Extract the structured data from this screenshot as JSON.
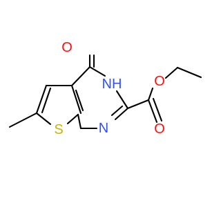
{
  "molecule": {
    "atoms": {
      "carbonyl_oxygen": {
        "label": "O",
        "color": "#ff0d0d"
      },
      "ring_nh": {
        "label": "NH",
        "color": "#3050f8"
      },
      "ring_n": {
        "label": "N",
        "color": "#3050f8"
      },
      "ester_oxygen": {
        "label": "O",
        "color": "#ff0d0d"
      },
      "ester_carbonyl_oxygen": {
        "label": "O",
        "color": "#ff0d0d"
      },
      "sulfur": {
        "label": "S",
        "color": "#c8b400"
      }
    },
    "bond_color": "#000000",
    "background": "#ffffff"
  }
}
